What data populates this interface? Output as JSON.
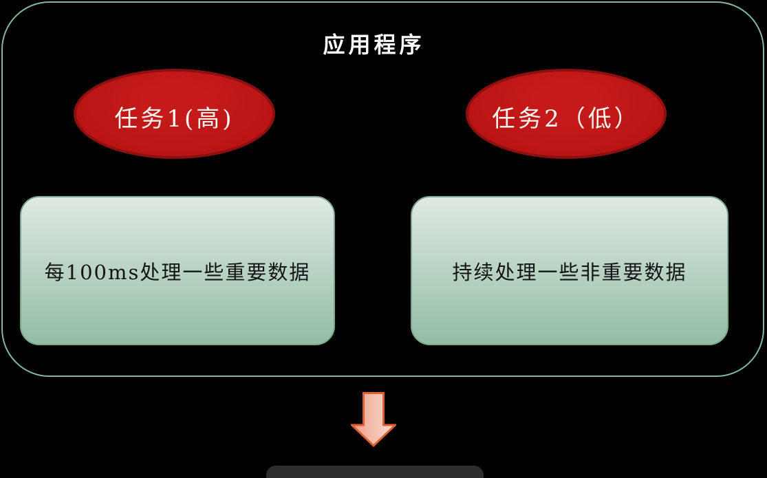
{
  "diagram": {
    "title": "应用程序",
    "tasks": [
      {
        "label": "任务1(高)",
        "description": "每100ms处理一些重要数据"
      },
      {
        "label": "任务2（低）",
        "description": "持续处理一些非重要数据"
      }
    ],
    "colors": {
      "background": "#000000",
      "container_border": "#83ba9a",
      "title_text": "#ffffff",
      "ellipse_fill": "#b91414",
      "ellipse_fill_light": "#c51a1a",
      "ellipse_border": "#8d1010",
      "task_text": "#fdf9f2",
      "box_gradient_top": "#dfe9e2",
      "box_gradient_bottom": "#92bda5",
      "box_border": "#7da890",
      "box_text": "#141414",
      "arrow_border": "#dd6233",
      "arrow_fill_dark": "#eea189",
      "arrow_fill_light": "#f8dcd2",
      "bottom_shape": "#2e2e2e"
    }
  }
}
